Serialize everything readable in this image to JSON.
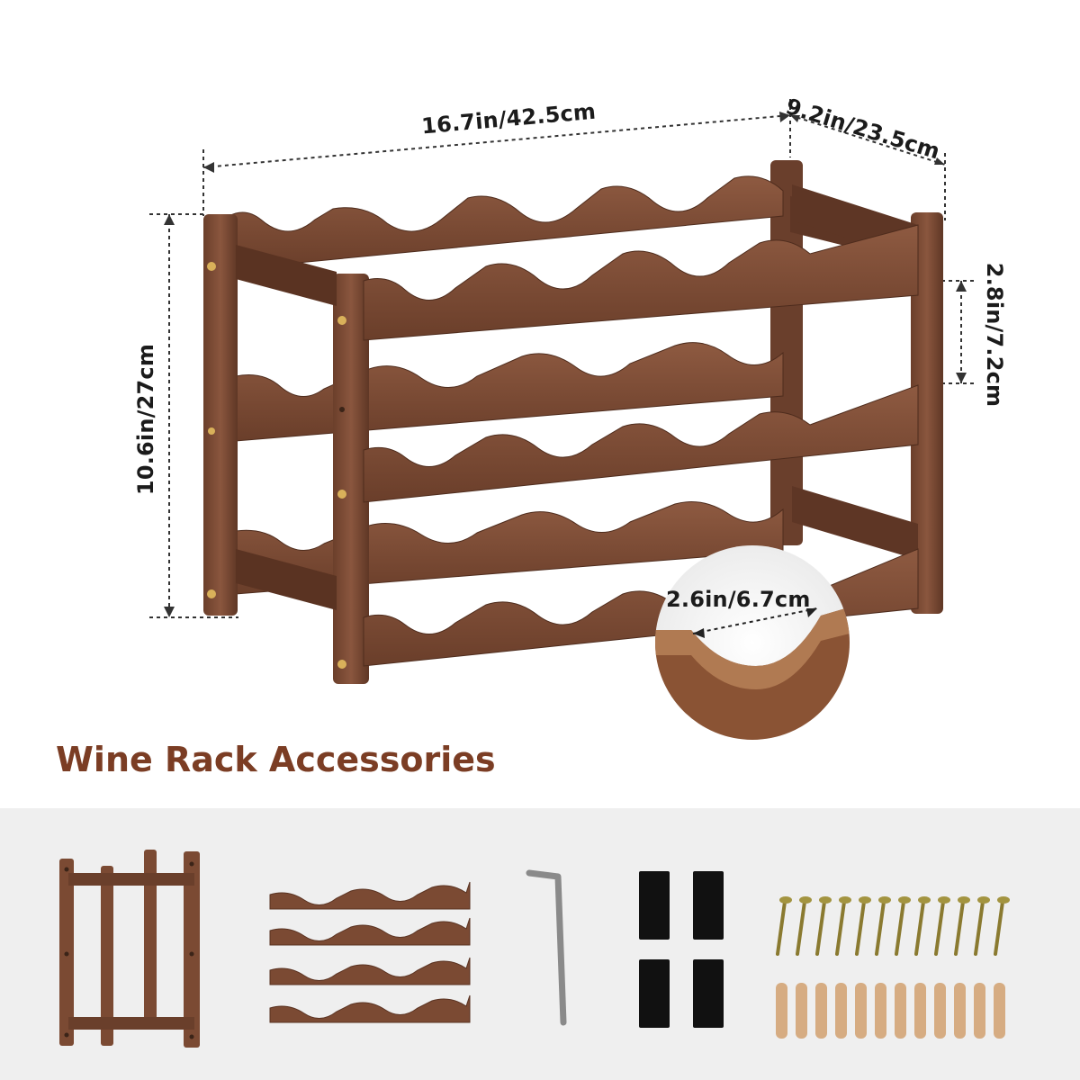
{
  "dimensions": {
    "width": "16.7in/42.5cm",
    "depth": "9.2in/23.5cm",
    "height": "10.6in/27cm",
    "tier_spacing": "2.8in/7.2cm",
    "slot_width": "2.6in/6.7cm"
  },
  "accessories": {
    "title": "Wine Rack Accessories",
    "items": [
      "side-frames",
      "bottle-rails",
      "hex-key",
      "foot-pads",
      "screws",
      "wooden-dowels"
    ]
  },
  "colors": {
    "wood": "#7b4a33",
    "wood_dark": "#5a3322",
    "wood_light": "#936049",
    "title": "#7b3d24",
    "panel_bg": "#efefef"
  }
}
